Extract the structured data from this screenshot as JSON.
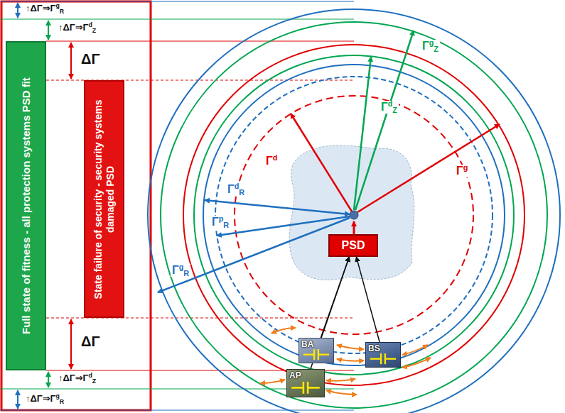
{
  "diagram": {
    "nodes": [
      {
        "text": [
          "Full state of fitness - all protection systems PSD fit"
        ]
      },
      {
        "text": [
          "State failure of security - security systems damaged PSD"
        ]
      },
      {
        "text": [
          "PSD"
        ]
      },
      {
        "text": [
          "BA"
        ]
      },
      {
        "text": [
          "BS"
        ]
      },
      {
        "text": [
          "AP"
        ]
      }
    ],
    "edges": [
      {
        "from": 3,
        "to": 2,
        "arrow": "to"
      },
      {
        "from": 4,
        "to": 2,
        "arrow": "to"
      },
      {
        "from": 5,
        "to": 2,
        "arrow": "to"
      }
    ],
    "labels": [
      "↑ΔΓ⇒ΓgR",
      "↑ΔΓ⇒ΓdZ",
      "ΔΓ",
      "ΔΓ",
      "↑ΔΓ⇒ΓdZ",
      "↑ΔΓ⇒ΓgR",
      "Γd",
      "ΓdZ",
      "ΓgZ",
      "Γg",
      "ΓdR",
      "ΓpR",
      "ΓgR"
    ]
  }
}
